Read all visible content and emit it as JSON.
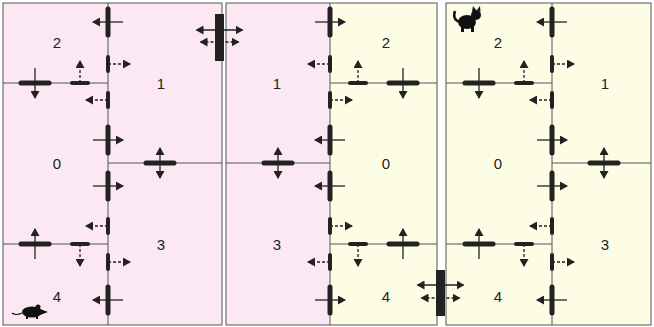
{
  "diagram": {
    "labels": [
      "2",
      "1",
      "0",
      "3",
      "4",
      "1",
      "2",
      "0",
      "3",
      "4",
      "2",
      "1",
      "0",
      "3",
      "4"
    ]
  }
}
